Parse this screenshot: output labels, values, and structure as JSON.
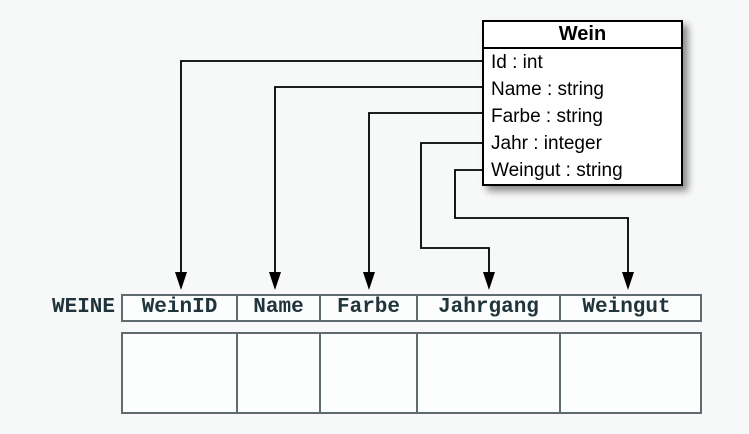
{
  "diagram": {
    "class_box": {
      "title": "Wein",
      "attributes": [
        "Id : int",
        "Name : string",
        "Farbe : string",
        "Jahr : integer",
        "Weingut : string"
      ]
    },
    "table": {
      "label": "WEINE",
      "columns": [
        "WeinID",
        "Name",
        "Farbe",
        "Jahrgang",
        "Weingut"
      ],
      "data_rows": [
        [
          "",
          "",
          "",
          "",
          ""
        ]
      ]
    },
    "mappings": [
      {
        "from": "Id",
        "to": "WeinID"
      },
      {
        "from": "Name",
        "to": "Name"
      },
      {
        "from": "Farbe",
        "to": "Farbe"
      },
      {
        "from": "Jahr",
        "to": "Jahrgang"
      },
      {
        "from": "Weingut",
        "to": "Weingut"
      }
    ],
    "colors": {
      "background": "#f7f8f8",
      "class_border": "#000000",
      "class_text": "#000000",
      "table_border": "#5f6b6f",
      "table_text": "#20343c",
      "connector": "#000000"
    }
  }
}
